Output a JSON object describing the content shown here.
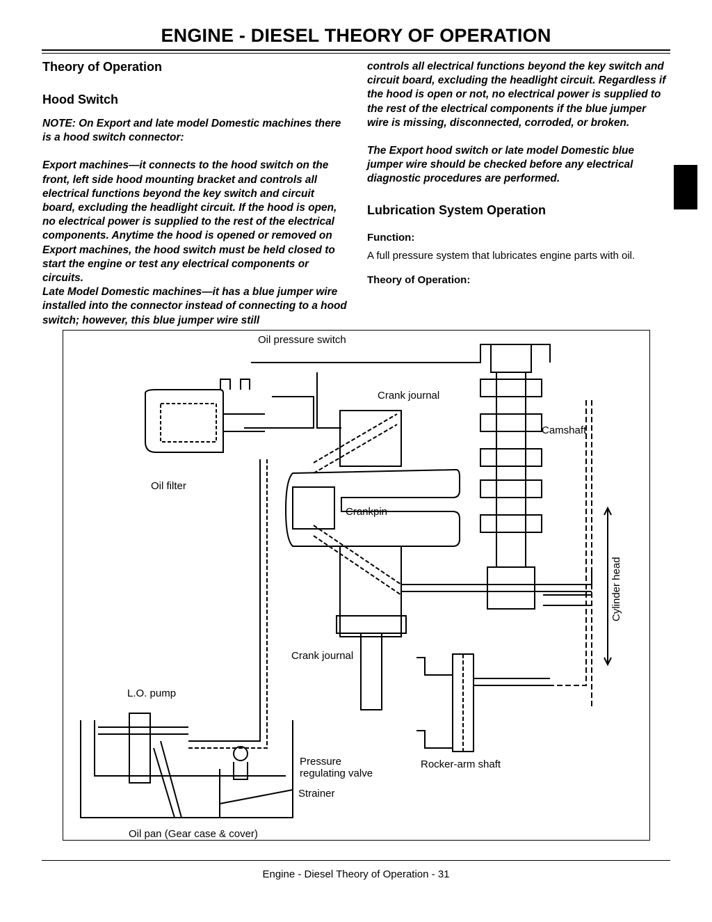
{
  "header": {
    "title": "ENGINE - DIESEL   THEORY OF OPERATION"
  },
  "left": {
    "heading_theory": "Theory of Operation",
    "heading_hood": "Hood Switch",
    "note": "NOTE: On Export and late model Domestic machines there is a hood switch connector:",
    "export_para": "Export machines—it connects to the hood switch on the front, left side hood mounting bracket and controls all electrical functions beyond the key switch and circuit board, excluding the headlight circuit. If the hood is open, no electrical power is supplied to the rest of the electrical components. Anytime the hood is opened or removed on Export machines, the hood switch must be held closed to start the engine or test any electrical components or circuits.",
    "late_para": "Late Model Domestic machines—it has a blue jumper wire installed into the connector instead of connecting to a hood switch; however, this blue jumper wire still"
  },
  "right": {
    "cont_para": "controls all electrical functions beyond the key switch and circuit board, excluding the headlight circuit. Regardless if the hood is open or not, no electrical power is supplied to the rest of the electrical components if the blue jumper wire is missing, disconnected, corroded, or broken.",
    "check_para": "The Export hood switch or late model Domestic blue jumper wire should be checked before any electrical diagnostic procedures are performed.",
    "heading_lube": "Lubrication System Operation",
    "function_label": "Function:",
    "function_text": "A full pressure system that lubricates engine parts with oil.",
    "theory_label": "Theory of Operation:"
  },
  "figure": {
    "labels": {
      "oil_pressure_switch": "Oil pressure switch",
      "crank_journal_top": "Crank journal",
      "camshaft": "Camshaft",
      "oil_filter": "Oil filter",
      "crankpin": "Crankpin",
      "cylinder_head": "Cylinder head",
      "crank_journal_bottom": "Crank journal",
      "lo_pump": "L.O. pump",
      "pressure_regulating_valve_1": "Pressure",
      "pressure_regulating_valve_2": "regulating valve",
      "rocker_arm_shaft": "Rocker-arm shaft",
      "strainer": "Strainer",
      "oil_pan": "Oil pan (Gear case & cover)"
    }
  },
  "footer": {
    "text": "Engine - Diesel   Theory of Operation  - 31"
  }
}
